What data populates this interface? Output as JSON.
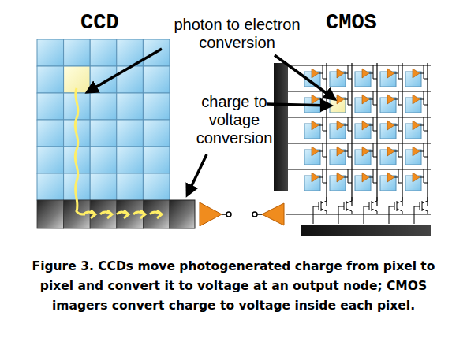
{
  "diagram": {
    "caption": "Figure 3. CCDs move photogenerated charge from pixel to pixel and convert it to voltage at an output node; CMOS imagers convert charge to voltage inside each pixel.",
    "labels": [
      "CCD",
      "CMOS",
      "photon to electron conversion",
      "charge to voltage conversion"
    ]
  }
}
